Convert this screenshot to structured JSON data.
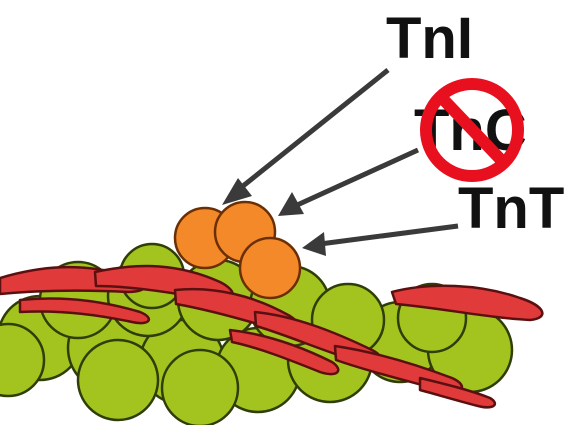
{
  "labels": {
    "tni": "TnI",
    "tnc": "TnC",
    "tnt": "TnT"
  },
  "icons": {
    "prohibited": "no-symbol-icon"
  },
  "colors": {
    "actin_fill": "#a3c41f",
    "actin_stroke": "#2f3d08",
    "tropomyosin_fill": "#e03a3a",
    "tropomyosin_stroke": "#5a1010",
    "troponin_fill": "#f4892a",
    "troponin_stroke": "#6b2f05",
    "no_symbol": "#e8101f",
    "arrow": "#3a3a3a"
  }
}
